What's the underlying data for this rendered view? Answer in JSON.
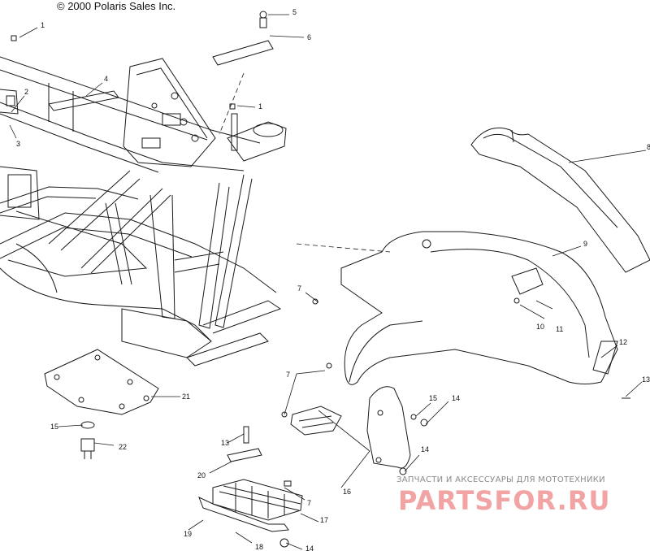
{
  "copyright": "© 2000 Polaris Sales Inc.",
  "callouts": {
    "c1a": "1",
    "c1b": "1",
    "c2": "2",
    "c3": "3",
    "c4": "4",
    "c5": "5",
    "c6": "6",
    "c7a": "7",
    "c7b": "7",
    "c7c": "7",
    "c8": "8",
    "c9": "9",
    "c10": "10",
    "c11": "11",
    "c12": "12",
    "c13a": "13",
    "c13b": "13",
    "c14a": "14",
    "c14b": "14",
    "c14c": "14",
    "c15a": "15",
    "c15b": "15",
    "c16": "16",
    "c17": "17",
    "c18": "18",
    "c19": "19",
    "c20": "20",
    "c21": "21",
    "c22": "22"
  },
  "watermark": {
    "subtitle": "ЗАПЧАСТИ И АКСЕССУАРЫ ДЛЯ МОТОТЕХНИКИ",
    "logo": "PARTSFOR.RU"
  }
}
